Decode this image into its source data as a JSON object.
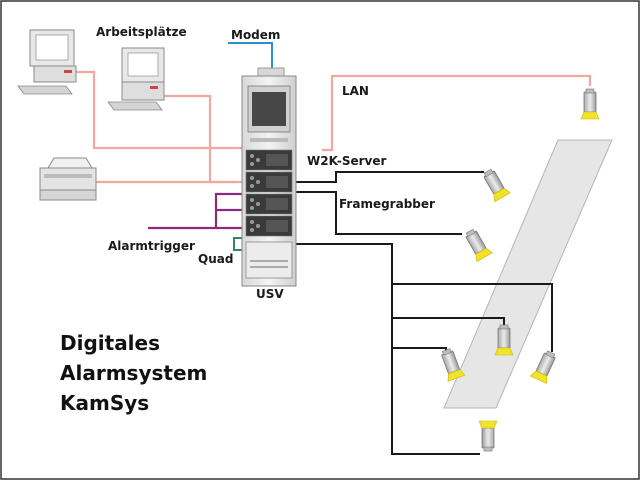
{
  "labels": {
    "arbeitsplaetze": "Arbeitsplätze",
    "modem": "Modem",
    "lan": "LAN",
    "w2k_server": "W2K-Server",
    "framegrabber": "Framegrabber",
    "alarmtrigger": "Alarmtrigger",
    "quad": "Quad",
    "usv": "USV"
  },
  "title": {
    "line1": "Digitales",
    "line2": "Alarmsystem",
    "line3": "KamSys"
  },
  "colors": {
    "lan_line": "#f0a8a0",
    "modem_line": "#2b8fc9",
    "alarm_line": "#8a2c7e",
    "quad_line": "#2e8a66",
    "camera_cable": "#1a1a1a",
    "camera_lens": "#f2e22a",
    "floor_area": "#e6e6e6"
  }
}
